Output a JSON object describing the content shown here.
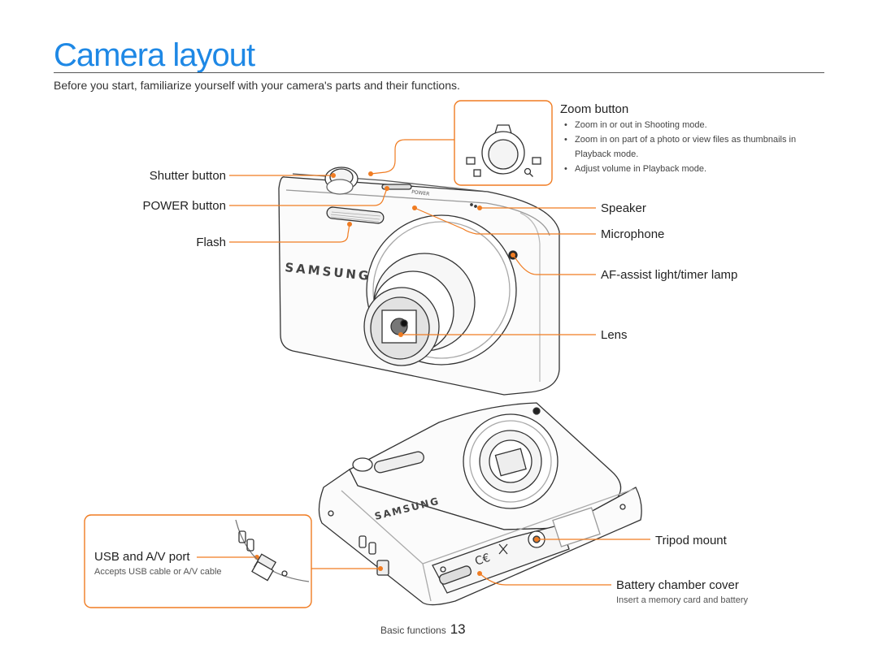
{
  "header": {
    "title": "Camera layout",
    "intro": "Before you start, familiarize yourself with your camera's parts and their functions."
  },
  "callouts": {
    "shutter": "Shutter button",
    "power": "POWER button",
    "flash": "Flash",
    "zoom": {
      "title": "Zoom button",
      "bullets": [
        "Zoom in or out in Shooting mode.",
        "Zoom in on part of a photo or view files as thumbnails in Playback mode.",
        "Adjust volume in Playback mode."
      ]
    },
    "speaker": "Speaker",
    "microphone": "Microphone",
    "af_assist": "AF-assist light/timer lamp",
    "lens": "Lens",
    "tripod": "Tripod mount",
    "battery": {
      "title": "Battery chamber cover",
      "note": "Insert a memory card and battery"
    },
    "usb": {
      "title": "USB and A/V port",
      "note": "Accepts USB cable or A/V cable"
    }
  },
  "camera": {
    "brand": "SAMSUNG",
    "power_text": "POWER"
  },
  "footer": {
    "section": "Basic functions",
    "page": "13"
  },
  "colors": {
    "accent": "#1e88e5",
    "callout": "#f07c22"
  }
}
